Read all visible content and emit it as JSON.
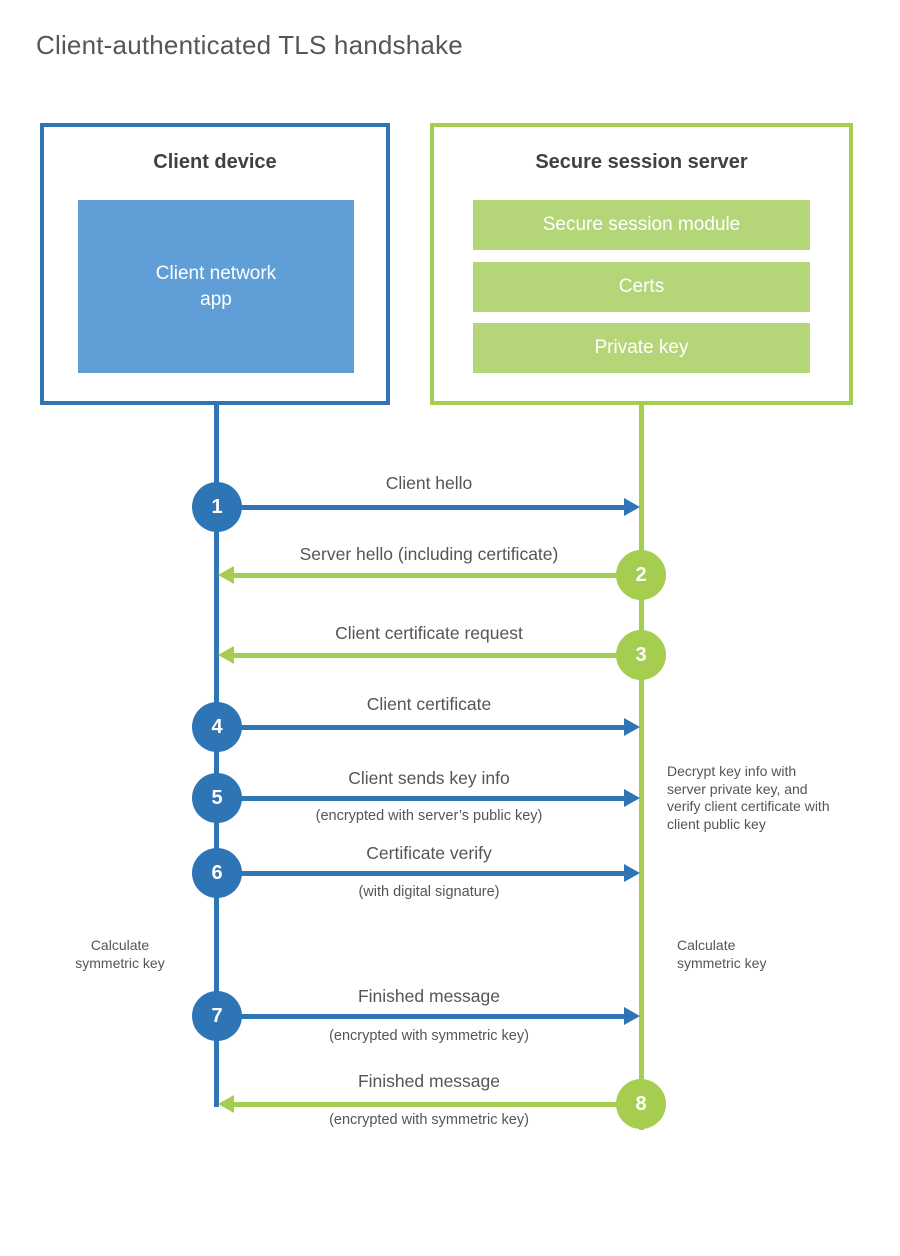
{
  "title": "Client-authenticated TLS handshake",
  "client_box": {
    "title": "Client device",
    "app_label": "Client network app"
  },
  "server_box": {
    "title": "Secure session server",
    "modules": [
      "Secure session module",
      "Certs",
      "Private key"
    ]
  },
  "messages": [
    {
      "num": "1",
      "label": "Client hello",
      "sublabel": "",
      "direction": "right",
      "color": "blue"
    },
    {
      "num": "2",
      "label": "Server hello (including certificate)",
      "sublabel": "",
      "direction": "left",
      "color": "green"
    },
    {
      "num": "3",
      "label": "Client certificate request",
      "sublabel": "",
      "direction": "left",
      "color": "green"
    },
    {
      "num": "4",
      "label": "Client certificate",
      "sublabel": "",
      "direction": "right",
      "color": "blue"
    },
    {
      "num": "5",
      "label": "Client sends key info",
      "sublabel": "(encrypted with server’s public key)",
      "direction": "right",
      "color": "blue"
    },
    {
      "num": "6",
      "label": "Certificate verify",
      "sublabel": "(with digital signature)",
      "direction": "right",
      "color": "blue"
    },
    {
      "num": "7",
      "label": "Finished message",
      "sublabel": "(encrypted with symmetric key)",
      "direction": "right",
      "color": "blue"
    },
    {
      "num": "8",
      "label": "Finished message",
      "sublabel": "(encrypted with symmetric key)",
      "direction": "left",
      "color": "green"
    }
  ],
  "annotations": {
    "decrypt_note": "Decrypt key info with server private key, and verify client certificate with client public key",
    "calc_left": "Calculate symmetric key",
    "calc_right": "Calculate symmetric key"
  },
  "colors": {
    "blue": "#2e75b6",
    "blue_fill": "#5f9ed7",
    "green": "#a5ce51",
    "green_fill": "#b4d679",
    "text": "#53555a",
    "heading": "#3f4143"
  }
}
